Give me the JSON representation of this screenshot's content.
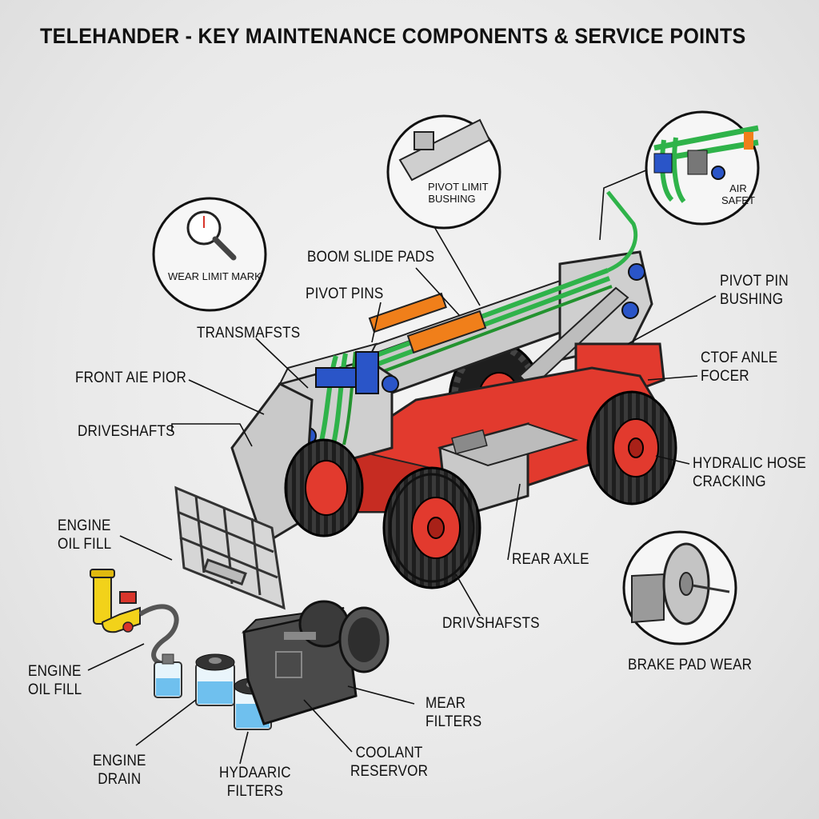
{
  "title": "TELEHANDER - KEY MAINTENANCE COMPONENTS & SERVICE POINTS",
  "labels": {
    "boom_slide_pads": "BOOM SLIDE PADS",
    "pivot_pins": "PIVOT PINS",
    "transmafsts": "TRANSMAFSTS",
    "front_axle_pior": "FRONT AIE PIOR",
    "driveshafts": "DRIVESHAFTS",
    "engine_oil_fill_top": [
      "ENGINE",
      "OIL FILL"
    ],
    "engine_oil_fill_bottom": [
      "ENGINE",
      "OIL FILL"
    ],
    "engine_drain": [
      "ENGINE",
      "DRAIN"
    ],
    "hydraulic_filters": [
      "HYDAARIC",
      "FILTERS"
    ],
    "coolant_reservoir": [
      "COOLANT",
      "RESERVOR"
    ],
    "mear_filters": [
      "MEAR",
      "FILTERS"
    ],
    "drivshafsts": "DRIVSHAFSTS",
    "rear_axle": "REAR AXLE",
    "hydraulic_hose_cracking": [
      "HYDRALIC HOSE",
      "CRACKING"
    ],
    "ctof_anle_focer": [
      "CTOF ANLE",
      "FOCER"
    ],
    "pivot_pin_bushing": [
      "PIVOT PIN",
      "BUSHING"
    ],
    "brake_pad_wear": "BRAKE PAD WEAR"
  },
  "insets": {
    "wear_limit": "WEAR LIMIT MARK",
    "pivot_limit": [
      "PIVOT LIMIT",
      "BUSHING"
    ],
    "air_safety": [
      "AIR",
      "SAFET"
    ]
  },
  "colors": {
    "body": "#e23a2e",
    "boom": "#c9c9c9",
    "hose": "#2fb34a",
    "pad": "#f07f1a",
    "pin": "#2a55c8",
    "tire": "#1e1e1e",
    "oil": "#f2d21a",
    "fluid": "#6fc0ee"
  }
}
